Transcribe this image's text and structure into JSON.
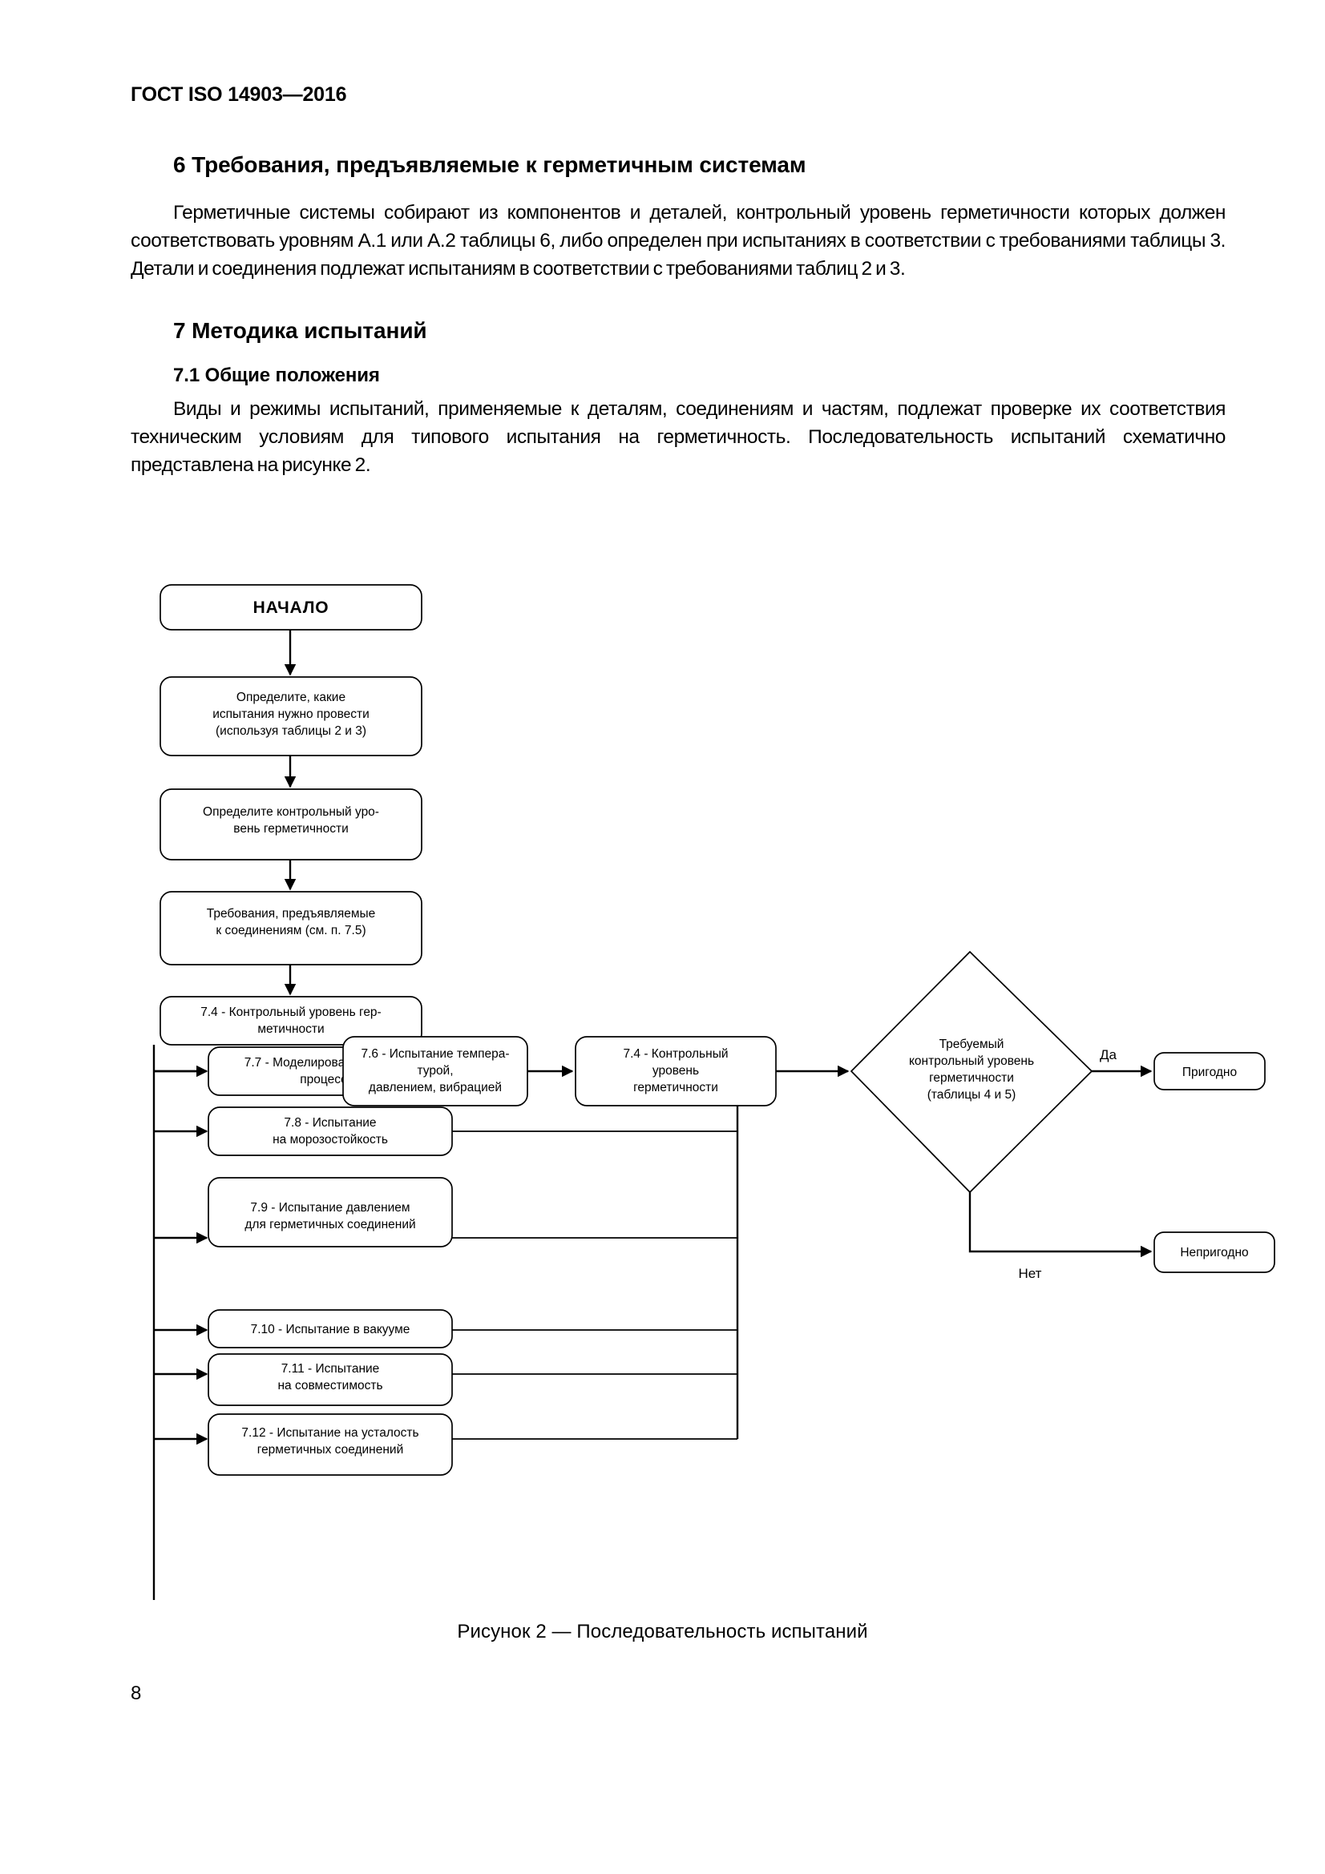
{
  "header": {
    "standard_id": "ГОСТ ISO 14903—2016"
  },
  "page_number": "8",
  "sections": [
    {
      "number": "6",
      "title": "6  Требования, предъявляемые к герметичным системам",
      "paragraphs": [
        "Герметичные системы собирают из компонентов и деталей, контрольный уровень герметичности которых должен соответствовать уровням А.1 или А.2 таблицы 6, либо определен при испытаниях в соответствии с требованиями таблицы 3. Детали и соединения подлежат испытаниям в соответствии с требованиями таблиц 2 и 3."
      ]
    },
    {
      "number": "7",
      "title": "7  Методика испытаний",
      "subclause_title": "7.1  Общие положения",
      "paragraphs": [
        "Виды и режимы испытаний, применяемые к деталям, соединениям и частям, подлежат проверке их соответствия техническим условиям для типового испытания на герметичность. Последовательность испытаний схематично представлена на рисунке 2."
      ]
    }
  ],
  "figure": {
    "caption": "Рисунок 2 — Последовательность испытаний",
    "nodes": {
      "start": "НАЧАЛО",
      "step1_l1": "Определите, какие",
      "step1_l2": "испытания нужно провести",
      "step1_l3": "(используя таблицы 2 и 3)",
      "step2_l1": "Определите контрольный уро-",
      "step2_l2": "вень герметичности",
      "step3_l1": "Требования, предъявляемые",
      "step3_l2": "к соединениям (см. п. 7.5)",
      "step4_l1": "7.4 - Контрольный уровень гер-",
      "step4_l2": "метичности",
      "t77_l1": "7.7 - Моделирование рабочих",
      "t77_l2": "процессов",
      "t78_l1": "7.8 - Испытание",
      "t78_l2": "на морозостойкость",
      "t79_l1": "7.9 - Испытание давлением",
      "t79_l2": "для герметичных соединений",
      "t710_l1": "7.10 - Испытание в вакууме",
      "t711_l1": "7.11 - Испытание",
      "t711_l2": "на совместимость",
      "t712_l1": "7.12 - Испытание на усталость",
      "t712_l2": "герметичных соединений",
      "t76_l1": "7.6 - Испытание темпера-",
      "t76_l2": "турой,",
      "t76_l3": "давлением, вибрацией",
      "t74b_l1": "7.4 - Контрольный",
      "t74b_l2": "уровень",
      "t74b_l3": "герметичности",
      "decision_l1": "Требуемый",
      "decision_l2": "контрольный уровень",
      "decision_l3": "герметичности",
      "decision_l4": "(таблицы 4 и 5)",
      "yes_label": "Да",
      "no_label": "Нет",
      "outcome_pass": "Пригодно",
      "outcome_fail": "Непригодно"
    }
  }
}
